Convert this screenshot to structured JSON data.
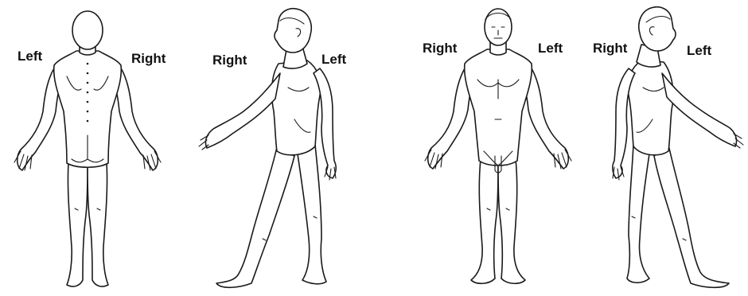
{
  "figures": [
    {
      "view": "back",
      "labels": {
        "left": "Left",
        "right": "Right"
      }
    },
    {
      "view": "right-side",
      "labels": {
        "left": "Right",
        "right": "Left"
      }
    },
    {
      "view": "front",
      "labels": {
        "left": "Right",
        "right": "Left"
      }
    },
    {
      "view": "left-side",
      "labels": {
        "left": "Right",
        "right": "Left"
      }
    }
  ],
  "line_color": "#1a1a1a",
  "background": "#ffffff"
}
